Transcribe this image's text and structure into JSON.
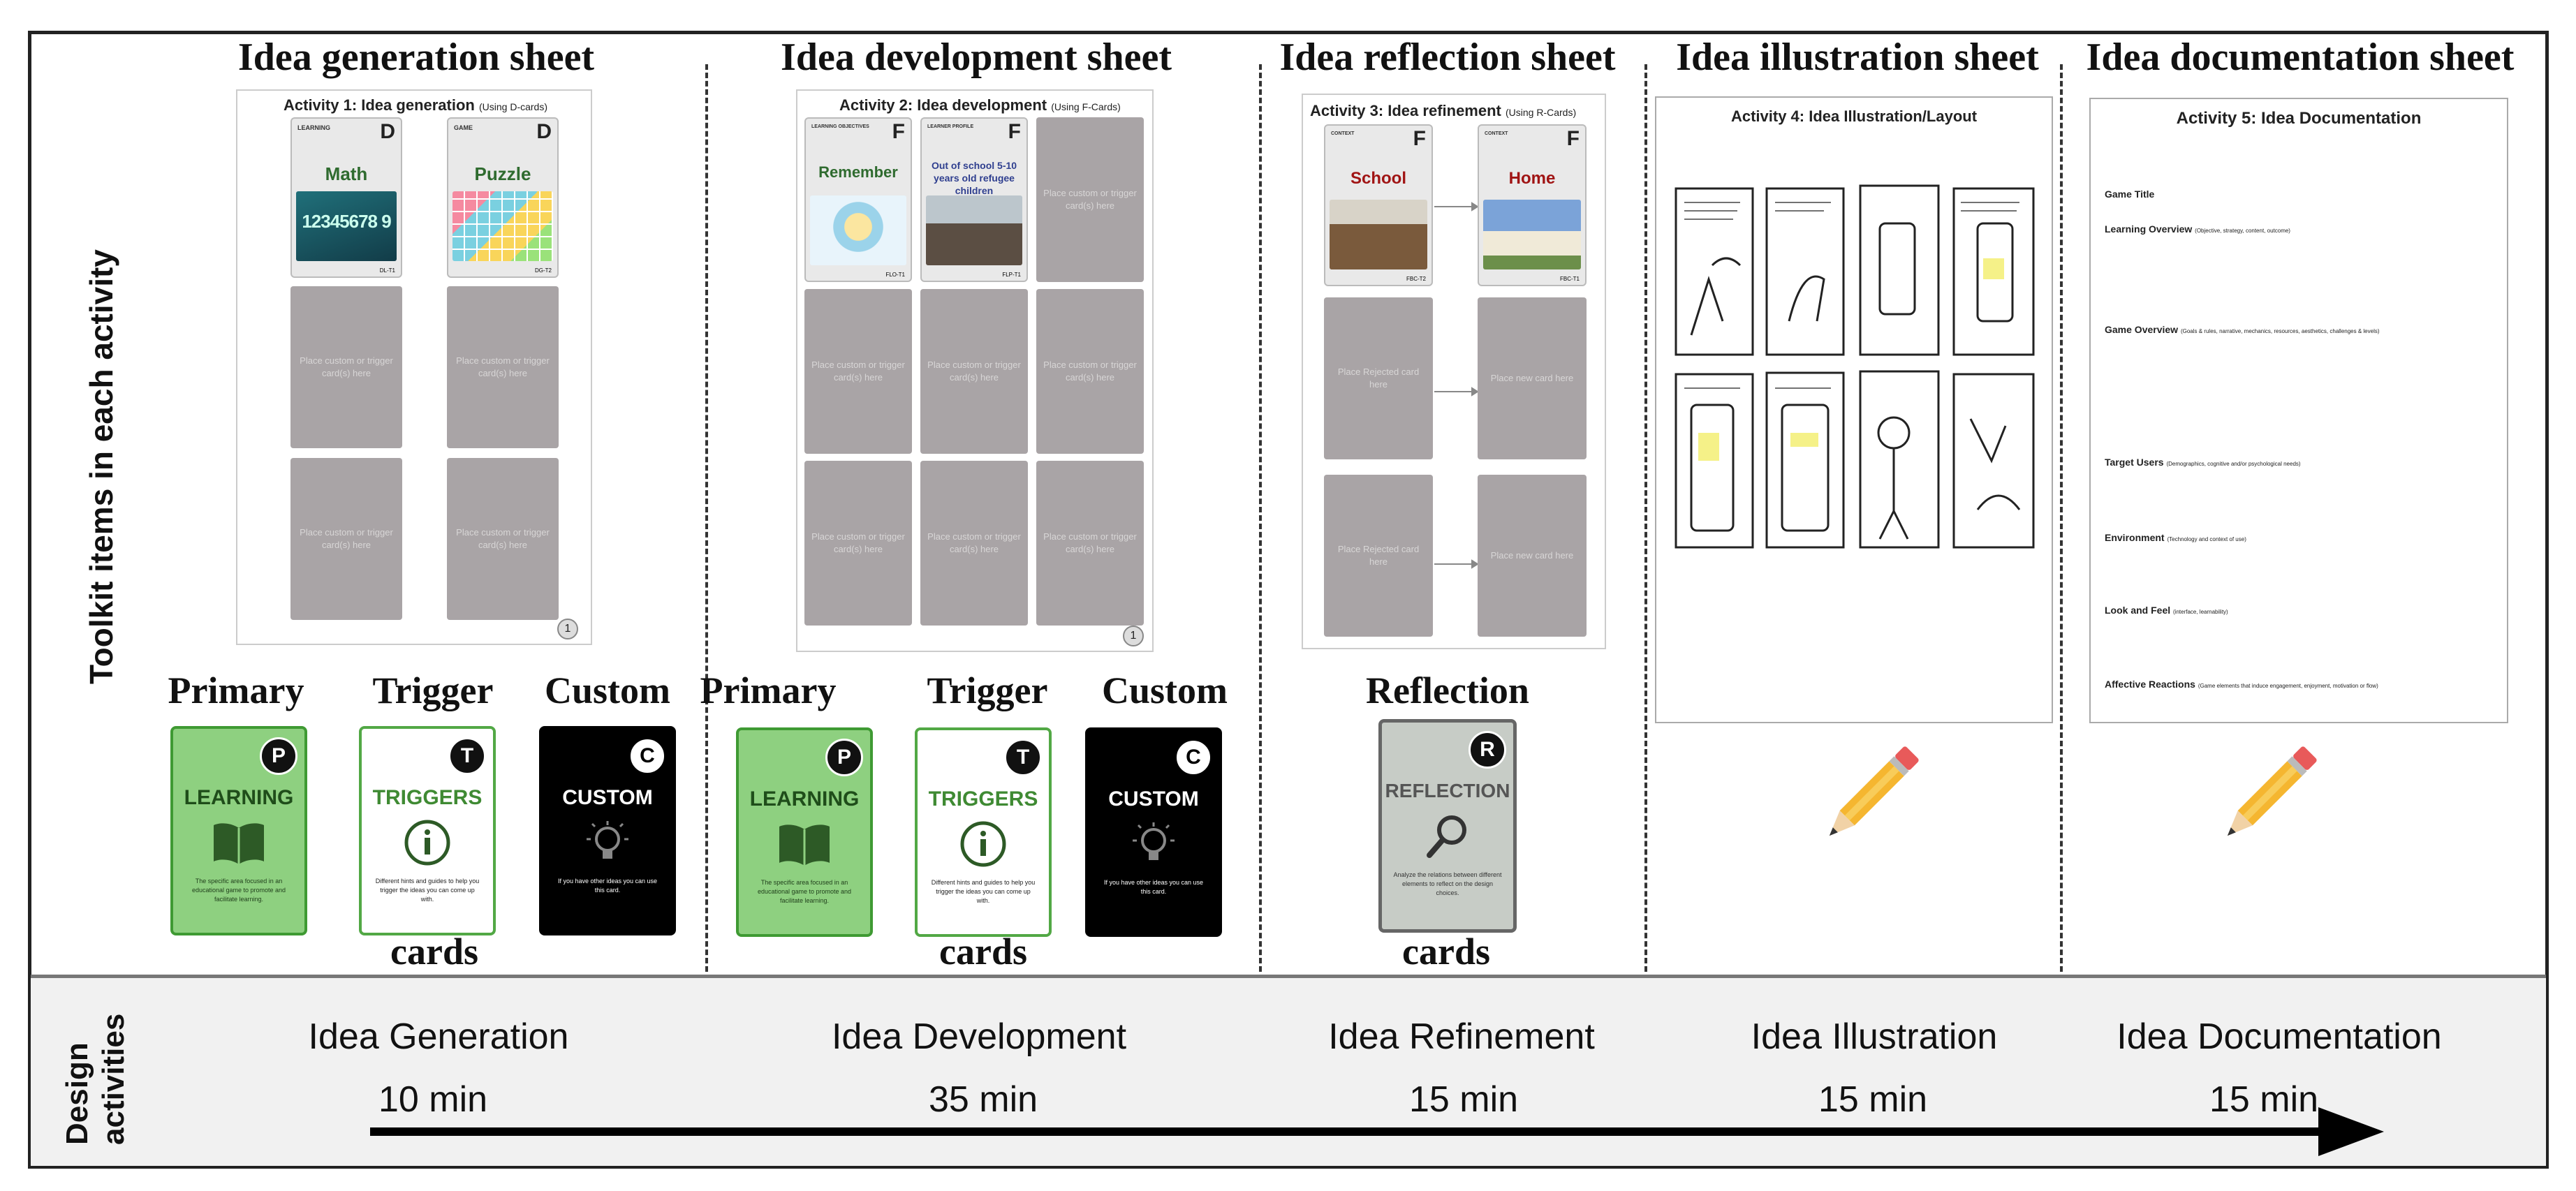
{
  "side_label": "Toolkit items in each activity",
  "bottom_label_line1": "Design",
  "bottom_label_line2": "activities",
  "sheets": [
    {
      "title": "Idea generation sheet",
      "activity": "Activity 1: Idea generation",
      "activity_note": "(Using D-cards)",
      "page": "1"
    },
    {
      "title": "Idea development sheet",
      "activity": "Activity 2: Idea development",
      "activity_note": "(Using F-Cards)",
      "page": "1"
    },
    {
      "title": "Idea reflection sheet",
      "activity": "Activity 3: Idea refinement",
      "activity_note": "(Using R-Cards)"
    },
    {
      "title": "Idea illustration sheet",
      "activity": "Activity 4: Idea Illustration/Layout"
    },
    {
      "title": "Idea documentation sheet",
      "activity": "Activity 5: Idea Documentation"
    }
  ],
  "placeholders": {
    "custom_trigger": "Place custom or trigger card(s) here",
    "rejected": "Place Rejected card here",
    "new": "Place new card here"
  },
  "sheet1_cards": [
    {
      "tag": "LEARNING",
      "letter": "D",
      "word": "Math",
      "code": "DL-T1"
    },
    {
      "tag": "GAME",
      "letter": "D",
      "word": "Puzzle",
      "code": "DG-T2"
    }
  ],
  "math_digits": "12345678 9",
  "sheet2_cards": [
    {
      "tag": "LEARNING OBJECTIVES",
      "letter": "F",
      "word": "Remember",
      "code": "FLO-T1"
    },
    {
      "tag": "LEARNER PROFILE",
      "letter": "F",
      "word": "Out of school 5-10 years old refugee children",
      "code": "FLP-T1"
    }
  ],
  "sheet3_cards": [
    {
      "tag": "CONTEXT",
      "letter": "F",
      "word": "School",
      "code": "FBC-T2"
    },
    {
      "tag": "CONTEXT",
      "letter": "F",
      "word": "Home",
      "code": "FBC-T1"
    }
  ],
  "doc_fields": [
    {
      "label": "Game Title",
      "note": ""
    },
    {
      "label": "Learning Overview",
      "note": "(Objective, strategy, content, outcome)"
    },
    {
      "label": "Game Overview",
      "note": "(Goals & rules, narrative, mechanics, resources, aesthetics, challenges & levels)"
    },
    {
      "label": "Target Users",
      "note": "(Demographics, cognitive and/or psychological needs)"
    },
    {
      "label": "Environment",
      "note": "(Technology and context of use)"
    },
    {
      "label": "Look and Feel",
      "note": "(interface, learnability)"
    },
    {
      "label": "Affective Reactions",
      "note": "(Game elements that induce engagement, enjoyment, motivation or flow)"
    }
  ],
  "card_groups": {
    "primary": "Primary",
    "trigger": "Trigger",
    "custom": "Custom",
    "reflection": "Reflection",
    "cards": "cards"
  },
  "cards": {
    "learning": {
      "letter": "P",
      "title": "LEARNING",
      "desc": "The specific area focused in an educational game to promote and facilitate learning."
    },
    "triggers": {
      "letter": "T",
      "title": "TRIGGERS",
      "desc": "Different hints and guides to help you trigger the ideas you can come up with."
    },
    "custom": {
      "letter": "C",
      "title": "CUSTOM",
      "desc": "If you have other ideas you can use this card."
    },
    "reflection": {
      "letter": "R",
      "title": "REFLECTION",
      "desc": "Analyze the relations between different elements to reflect on the design choices."
    }
  },
  "activities": [
    {
      "name": "Idea Generation",
      "duration": "10 min"
    },
    {
      "name": "Idea Development",
      "duration": "35 min"
    },
    {
      "name": "Idea Refinement",
      "duration": "15 min"
    },
    {
      "name": "Idea Illustration",
      "duration": "15 min"
    },
    {
      "name": "Idea Documentation",
      "duration": "15 min"
    }
  ],
  "colors": {
    "learning_card": "#8ed080",
    "learning_border": "#3f9a33",
    "trigger_border": "#52a845",
    "custom_card": "#000000",
    "reflection_card": "#c7ccc6",
    "placeholder": "#a9a4a6",
    "arrow": "#000000"
  },
  "icons": [
    "book-icon",
    "info-icon",
    "lightbulb-icon",
    "magnifier-icon",
    "pencil-icon",
    "arrow-icon"
  ]
}
